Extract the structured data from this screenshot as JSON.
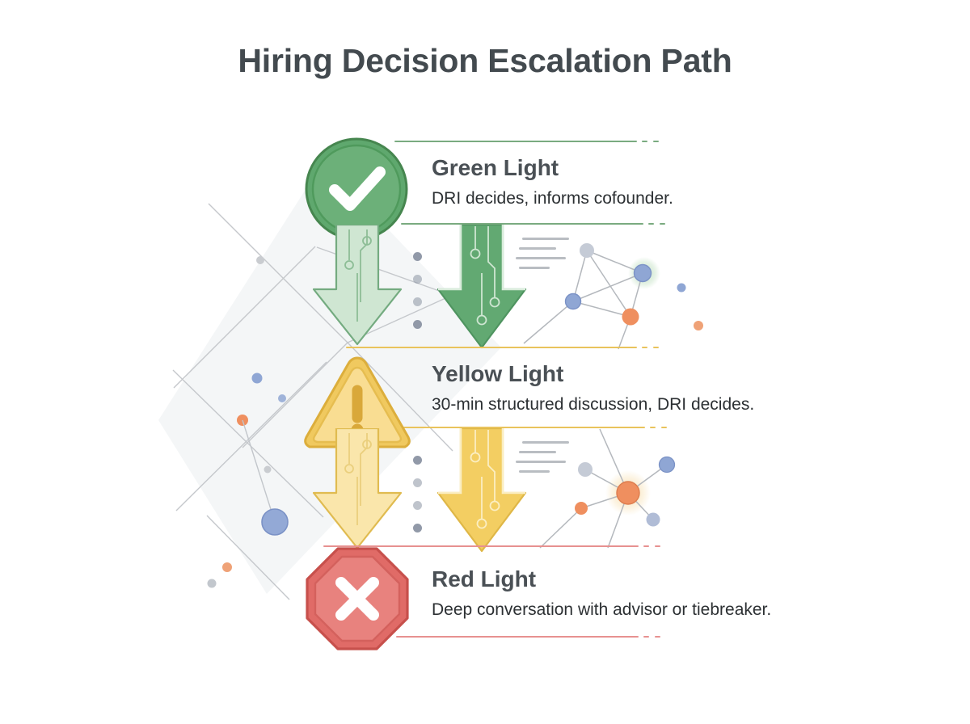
{
  "page": {
    "title": "Hiring Decision Escalation Path",
    "background_color": "#ffffff",
    "title_color": "#434a4f"
  },
  "steps": [
    {
      "id": "green-light",
      "title": "Green Light",
      "description": "DRI decides, informs cofounder.",
      "icon": "check-circle-icon",
      "icon_shape": "circle",
      "accent_color": "#5aa469",
      "fill_color": "#6cb079",
      "rule_color": "#7aab80",
      "arrow_light_fill": "#cfe6d2",
      "arrow_dark_fill": "#62a972",
      "arrow_stroke": "#4f9460"
    },
    {
      "id": "yellow-light",
      "title": "Yellow Light",
      "description": "30-min structured discussion, DRI decides.",
      "icon": "warning-triangle-icon",
      "icon_shape": "triangle",
      "accent_color": "#e2b545",
      "fill_color": "#f6d77f",
      "rule_color": "#e9c35c",
      "arrow_light_fill": "#fae6ab",
      "arrow_dark_fill": "#f3ce62",
      "arrow_stroke": "#dfb747"
    },
    {
      "id": "red-light",
      "title": "Red Light",
      "description": "Deep conversation with advisor or tiebreaker.",
      "icon": "x-octagon-icon",
      "icon_shape": "octagon",
      "accent_color": "#cf5a57",
      "fill_color": "#e87c78",
      "rule_color": "#e79190",
      "arrow_light_fill": "#f6cfcd",
      "arrow_dark_fill": "#e4827e",
      "arrow_stroke": "#cf5a57"
    }
  ],
  "decorations": {
    "dot_column_count": 4,
    "dot_color": "#8b93a3",
    "mini_line_color": "#b9bdc2",
    "mini_line_widths": [
      58,
      46,
      62,
      38
    ],
    "diamond_color": "#eceef0",
    "cross_line_color": "#c9ccd0",
    "node_blue": "#8fa6d4",
    "node_blue_light": "#c5cbd6",
    "node_orange": "#ef8f5f",
    "node_orange_light": "#f0a878",
    "edge_color": "#b4b8bd",
    "glow_green": "#b9dcb9",
    "glow_amber": "#f7dfae"
  }
}
